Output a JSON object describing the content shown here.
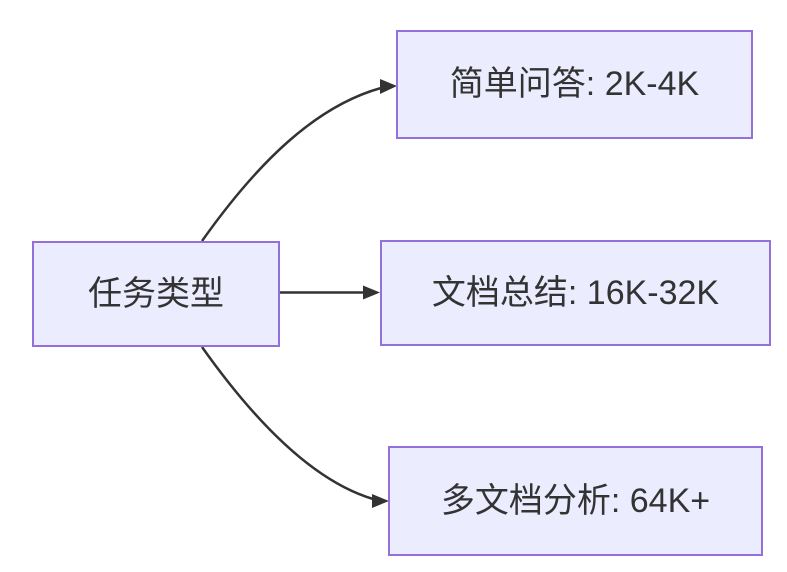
{
  "diagram": {
    "type": "flowchart",
    "direction": "left-to-right",
    "root": {
      "id": "task-type",
      "label": "任务类型"
    },
    "children": [
      {
        "id": "simple-qa",
        "label": "简单问答: 2K-4K"
      },
      {
        "id": "doc-summary",
        "label": "文档总结: 16K-32K"
      },
      {
        "id": "multi-doc-analysis",
        "label": "多文档分析: 64K+"
      }
    ],
    "edges": [
      {
        "from": "task-type",
        "to": "simple-qa"
      },
      {
        "from": "task-type",
        "to": "doc-summary"
      },
      {
        "from": "task-type",
        "to": "multi-doc-analysis"
      }
    ],
    "colors": {
      "node_fill": "#ECECFF",
      "node_border": "#9370DB",
      "edge_stroke": "#333333",
      "label_text": "#333333",
      "background": "#FFFFFF"
    }
  }
}
